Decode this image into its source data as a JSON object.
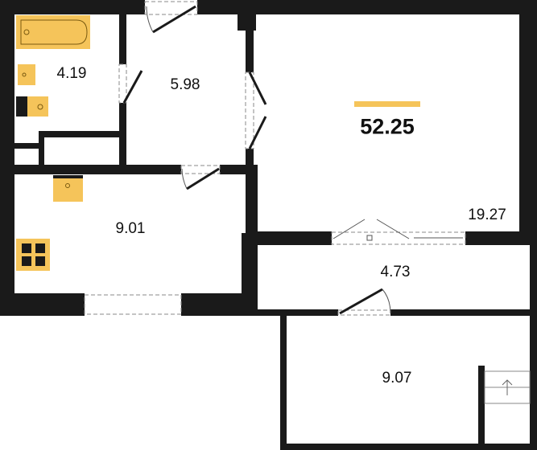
{
  "total_area": "52.25",
  "rooms": {
    "bathroom": "4.19",
    "hall": "5.98",
    "kitchen": "9.01",
    "living_room": "19.27",
    "corridor": "4.73",
    "lower_room": "9.07"
  },
  "colors": {
    "wall": "#1a1a1a",
    "fixture": "#f5c45a",
    "accent_bar": "#f5c45a"
  },
  "icons": [
    "bathtub-icon",
    "sink-icon",
    "toilet-icon",
    "stove-icon",
    "stairs-up-arrow-icon"
  ]
}
